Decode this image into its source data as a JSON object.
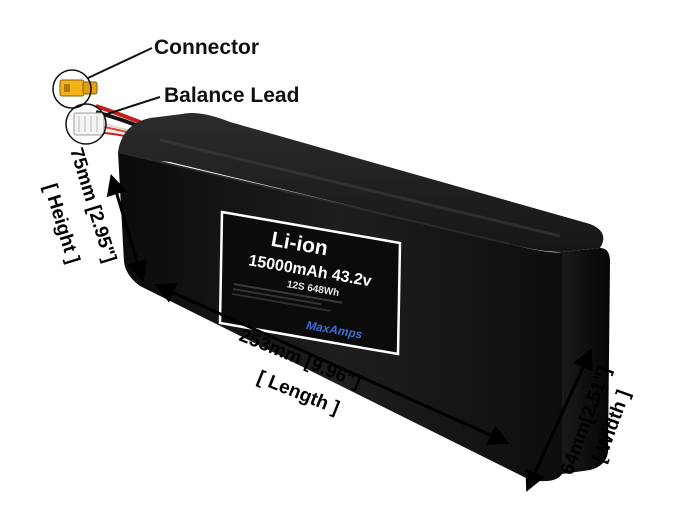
{
  "callouts": {
    "connector": "Connector",
    "balance_lead": "Balance Lead"
  },
  "label": {
    "chemistry": "Li-ion",
    "capacity_voltage": "15000mAh 43.2v",
    "config": "12S 648Wh",
    "brand": "MaxAmps"
  },
  "dimensions": {
    "height_value": "75mm [2.95\"]",
    "height_name": "[ Height ]",
    "length_value": "253mm [9.96\"]",
    "length_name": "[ Length ]",
    "width_value": "64mm[2.51\"]",
    "width_name": "[ Width ]"
  },
  "colors": {
    "battery_body": "#151515",
    "label_background": "#0b0b0b",
    "label_border": "#ffffff",
    "connector": "#f2b21a",
    "brand_accent": "#3a6fd6"
  }
}
